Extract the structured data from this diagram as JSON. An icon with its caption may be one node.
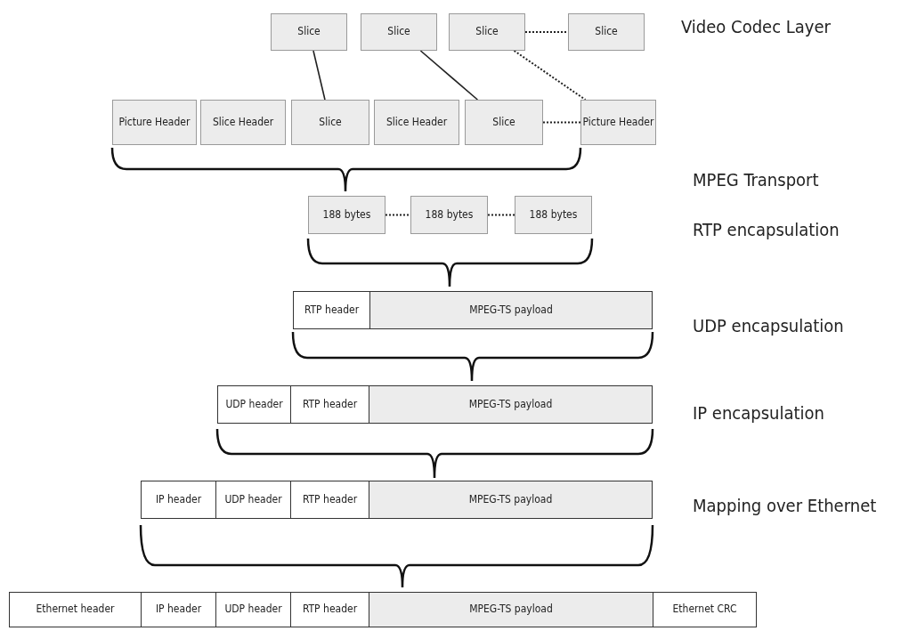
{
  "diagram": {
    "nodes": [
      {
        "text": [
          "Slice"
        ]
      },
      {
        "text": [
          "Slice"
        ]
      },
      {
        "text": [
          "Slice"
        ]
      },
      {
        "text": [
          "Slice"
        ]
      },
      {
        "text": [
          "Picture Header"
        ]
      },
      {
        "text": [
          "Slice Header"
        ]
      },
      {
        "text": [
          "Slice"
        ]
      },
      {
        "text": [
          "Slice Header"
        ]
      },
      {
        "text": [
          "Slice"
        ]
      },
      {
        "text": [
          "Picture Header"
        ]
      },
      {
        "text": [
          "188 bytes"
        ]
      },
      {
        "text": [
          "188 bytes"
        ]
      },
      {
        "text": [
          "188 bytes"
        ]
      },
      {
        "text": [
          "RTP header"
        ]
      },
      {
        "text": [
          "MPEG-TS payload"
        ]
      },
      {
        "text": [
          "UDP header"
        ]
      },
      {
        "text": [
          "RTP header"
        ]
      },
      {
        "text": [
          "MPEG-TS payload"
        ]
      },
      {
        "text": [
          "IP header"
        ]
      },
      {
        "text": [
          "UDP header"
        ]
      },
      {
        "text": [
          "RTP header"
        ]
      },
      {
        "text": [
          "MPEG-TS payload"
        ]
      },
      {
        "text": [
          "Ethernet header"
        ]
      },
      {
        "text": [
          "IP header"
        ]
      },
      {
        "text": [
          "UDP header"
        ]
      },
      {
        "text": [
          "RTP header"
        ]
      },
      {
        "text": [
          "MPEG-TS payload"
        ]
      },
      {
        "text": [
          "Ethernet CRC"
        ]
      }
    ],
    "edges": [
      {
        "from": 2,
        "to": 3,
        "arrow": "none",
        "style": "dashed"
      },
      {
        "from": 0,
        "to": 6,
        "arrow": "none"
      },
      {
        "from": 1,
        "to": 8,
        "arrow": "none"
      },
      {
        "from": 2,
        "to": 9,
        "arrow": "none",
        "style": "dashed"
      },
      {
        "from": 8,
        "to": 9,
        "arrow": "none",
        "style": "dashed"
      },
      {
        "from": 10,
        "to": 11,
        "arrow": "none",
        "style": "dashed"
      },
      {
        "from": 11,
        "to": 12,
        "arrow": "none",
        "style": "dashed"
      }
    ],
    "labels": [
      "Video Codec Layer",
      "MPEG Transport",
      "RTP encapsulation",
      "UDP encapsulation",
      "IP encapsulation",
      "Mapping over Ethernet"
    ]
  }
}
